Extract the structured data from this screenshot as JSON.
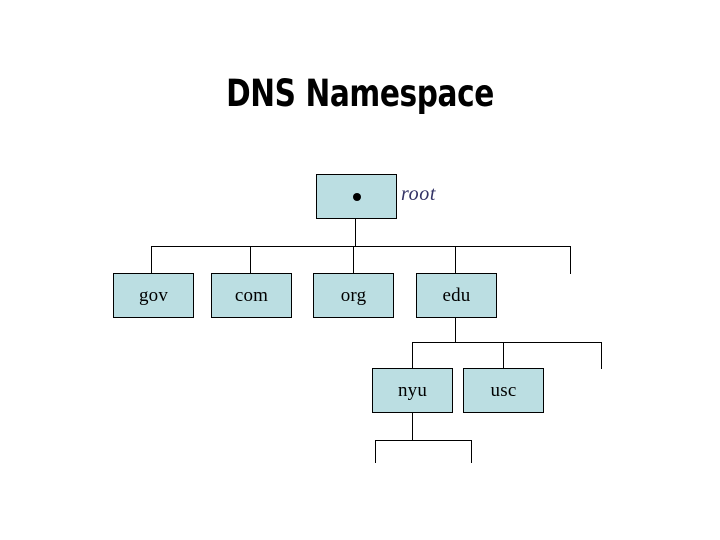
{
  "slide": {
    "title": "DNS Namespace",
    "background_color": "#ffffff"
  },
  "theme": {
    "node_fill": "#bbdee2",
    "node_border": "#000000",
    "node_text": "#000000",
    "label_text": "#333366",
    "connector": "#000000",
    "title_text": "#000000"
  },
  "diagram": {
    "type": "tree",
    "root": {
      "name": "root-node",
      "glyph": "dot-icon",
      "side_label": "root"
    },
    "level2": [
      {
        "label": "gov"
      },
      {
        "label": "com"
      },
      {
        "label": "org"
      },
      {
        "label": "edu"
      }
    ],
    "level3": [
      {
        "label": "nyu"
      },
      {
        "label": "usc"
      }
    ],
    "empty_stubs": 3
  }
}
